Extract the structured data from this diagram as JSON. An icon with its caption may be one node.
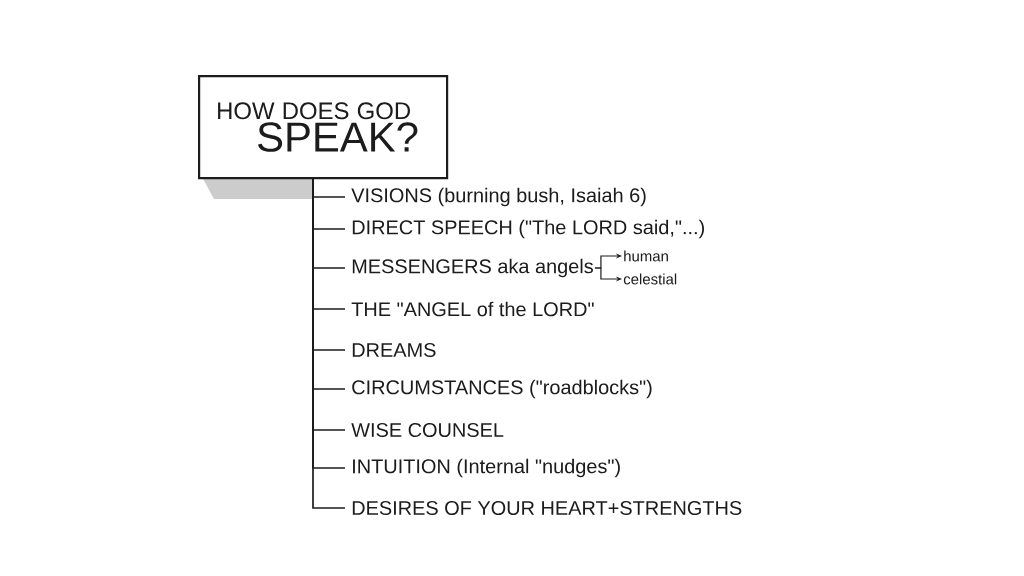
{
  "diagram": {
    "nodes": [
      {
        "text": [
          "HOW DOES GOD",
          "SPEAK?"
        ]
      },
      {
        "text": [
          "VISIONS (burning bush, Isaiah 6)"
        ]
      },
      {
        "text": [
          "DIRECT SPEECH (\"The LORD said,\"...)"
        ]
      },
      {
        "text": [
          "MESSENGERS aka angels"
        ]
      },
      {
        "text": [
          "THE \"ANGEL of the LORD\""
        ]
      },
      {
        "text": [
          "DREAMS"
        ]
      },
      {
        "text": [
          "CIRCUMSTANCES (\"roadblocks\")"
        ]
      },
      {
        "text": [
          "WISE COUNSEL"
        ]
      },
      {
        "text": [
          "INTUITION (Internal \"nudges\")"
        ]
      },
      {
        "text": [
          "DESIRES OF YOUR HEART+STRENGTHS"
        ]
      },
      {
        "text": [
          "human"
        ]
      },
      {
        "text": [
          "celestial"
        ]
      }
    ],
    "edges": [
      {
        "from": 0,
        "to": 1,
        "arrow": "none"
      },
      {
        "from": 0,
        "to": 2,
        "arrow": "none"
      },
      {
        "from": 0,
        "to": 3,
        "arrow": "none"
      },
      {
        "from": 0,
        "to": 4,
        "arrow": "none"
      },
      {
        "from": 0,
        "to": 5,
        "arrow": "none"
      },
      {
        "from": 0,
        "to": 6,
        "arrow": "none"
      },
      {
        "from": 0,
        "to": 7,
        "arrow": "none"
      },
      {
        "from": 0,
        "to": 8,
        "arrow": "none"
      },
      {
        "from": 0,
        "to": 9,
        "arrow": "none"
      },
      {
        "from": 3,
        "to": 10,
        "arrow": "to"
      },
      {
        "from": 3,
        "to": 11,
        "arrow": "to"
      }
    ]
  }
}
